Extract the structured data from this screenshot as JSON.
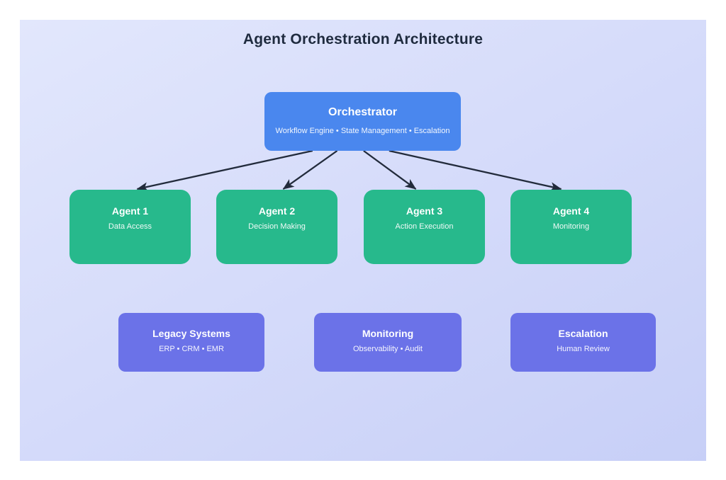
{
  "title": "Agent Orchestration Architecture",
  "nodes": {
    "orchestrator": {
      "title": "Orchestrator",
      "subtitle": "Workflow Engine • State Management • Escalation"
    },
    "agents": [
      {
        "title": "Agent 1",
        "subtitle": "Data Access"
      },
      {
        "title": "Agent 2",
        "subtitle": "Decision Making"
      },
      {
        "title": "Agent 3",
        "subtitle": "Action Execution"
      },
      {
        "title": "Agent 4",
        "subtitle": "Monitoring"
      }
    ],
    "systems": [
      {
        "title": "Legacy Systems",
        "subtitle": "ERP • CRM • EMR"
      },
      {
        "title": "Monitoring",
        "subtitle": "Observability • Audit"
      },
      {
        "title": "Escalation",
        "subtitle": "Human Review"
      }
    ]
  },
  "edges": [
    {
      "from": "node-orchestrator",
      "to": "node-agent-1"
    },
    {
      "from": "node-orchestrator",
      "to": "node-agent-2"
    },
    {
      "from": "node-orchestrator",
      "to": "node-agent-3"
    },
    {
      "from": "node-orchestrator",
      "to": "node-agent-4"
    }
  ],
  "colors": {
    "canvas_gradient_start": "#e2e7fc",
    "canvas_gradient_end": "#c7cff7",
    "orchestrator_fill": "#4a87ee",
    "agent_fill": "#27b98c",
    "system_fill": "#6b72e8",
    "arrow": "#222b3b",
    "heading_text": "#1f2b3f",
    "node_text": "#ffffff"
  }
}
